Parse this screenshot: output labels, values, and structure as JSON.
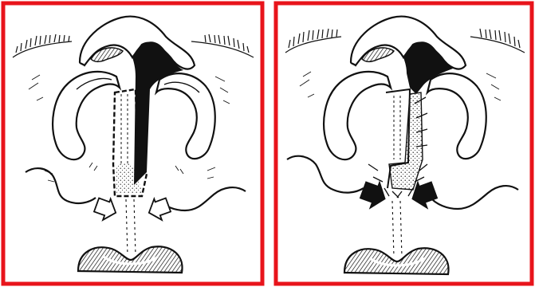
{
  "figure": {
    "panels": [
      {
        "id": "left",
        "stage": "before-closure",
        "frame_color": "#e8141b",
        "marks": [
          "dashed-incision-outline",
          "open-arrows"
        ]
      },
      {
        "id": "right",
        "stage": "after-closure",
        "frame_color": "#e8141b",
        "marks": [
          "suture-crosses",
          "solid-arrows",
          "stippled-graft"
        ]
      }
    ],
    "colors": {
      "frame": "#e8141b",
      "ink": "#111111",
      "paper": "#ffffff"
    },
    "icons": [
      "open-arrow-icon",
      "solid-arrow-icon"
    ]
  }
}
